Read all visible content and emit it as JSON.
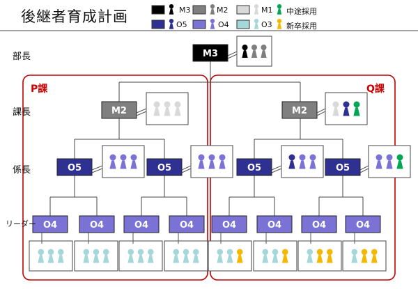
{
  "title": "後継者育成計画",
  "levels": {
    "bucho": "部長",
    "kacho": "課長",
    "kakaricho": "係長",
    "leader": "リーダー"
  },
  "regions": {
    "p": "P課",
    "q": "Q課"
  },
  "legend": {
    "m3": "M3",
    "m2": "M2",
    "m1": "M1",
    "mid": "中途採用",
    "o5": "O5",
    "o4": "O4",
    "o3": "O3",
    "new": "新卒採用"
  },
  "ranks": {
    "m3": "M3",
    "m2": "M2",
    "o5": "O5",
    "o4": "O4"
  },
  "colors": {
    "m3": "#000000",
    "m2": "#7f7f7f",
    "m1": "#d9d9d9",
    "o5": "#2e3192",
    "o4": "#7b72d6",
    "o3": "#a4d6da",
    "mid": "#00a651",
    "new": "#f5b800",
    "frame": "#c00000"
  },
  "candidate_groups": {
    "m3_top": [
      "m3",
      "m2",
      "m2"
    ],
    "p_m2": [
      "m1",
      "m1",
      "m1"
    ],
    "q_m2": [
      "m1",
      "o5",
      "mid"
    ],
    "p_o5_left": [
      "o4",
      "o4",
      "o4"
    ],
    "p_o5_right": [
      "o4",
      "o4",
      "o4"
    ],
    "q_o5_left": [
      "o5",
      "o4",
      "o4"
    ],
    "q_o5_right": [
      "o4",
      "o4",
      "mid"
    ],
    "leaders": [
      [
        "o3",
        "o3",
        "o3"
      ],
      [
        "o3",
        "o3",
        "o3"
      ],
      [
        "o3",
        "o3",
        "o3"
      ],
      [
        "o3",
        "o3",
        "o3"
      ],
      [
        "o3",
        "o3",
        "new"
      ],
      [
        "o3",
        "o3",
        "new"
      ],
      [
        "o3",
        "new",
        "new"
      ],
      [
        "o3",
        "new",
        "new"
      ]
    ]
  }
}
